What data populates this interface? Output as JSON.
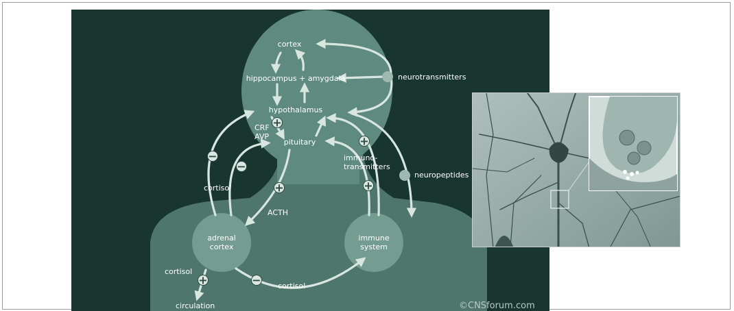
{
  "diagram": {
    "labels": {
      "cortex": "cortex",
      "hippocampus_amygdala": "hippocampus + amygdala",
      "hypothalamus": "hypothalamus",
      "crf": "CRF",
      "avp": "AVP",
      "pituitary": "pituitary",
      "neurotransmitters": "neurotransmitters",
      "immunotransmitters_1": "immuno-",
      "immunotransmitters_2": "transmitters",
      "neuropeptides": "neuropeptides",
      "cortisol_left": "cortisol",
      "acth": "ACTH",
      "adrenal_cortex_1": "adrenal",
      "adrenal_cortex_2": "cortex",
      "immune_system_1": "immune",
      "immune_system_2": "system",
      "cortisol_bottom_left": "cortisol",
      "circulation": "circulation",
      "cortisol_bottom": "cortisol",
      "copyright": "©CNSforum.com"
    },
    "signs": {
      "plus": "+",
      "minus": "−"
    }
  },
  "colors": {
    "background": "#193530",
    "head": "#5f8a80",
    "body": "#4f766c",
    "organ": "#759c91",
    "arrow": "#d8e6e0",
    "text": "#ffffff",
    "sign_fill": "#dbe8e2",
    "sign_stroke": "#2c4a43"
  }
}
